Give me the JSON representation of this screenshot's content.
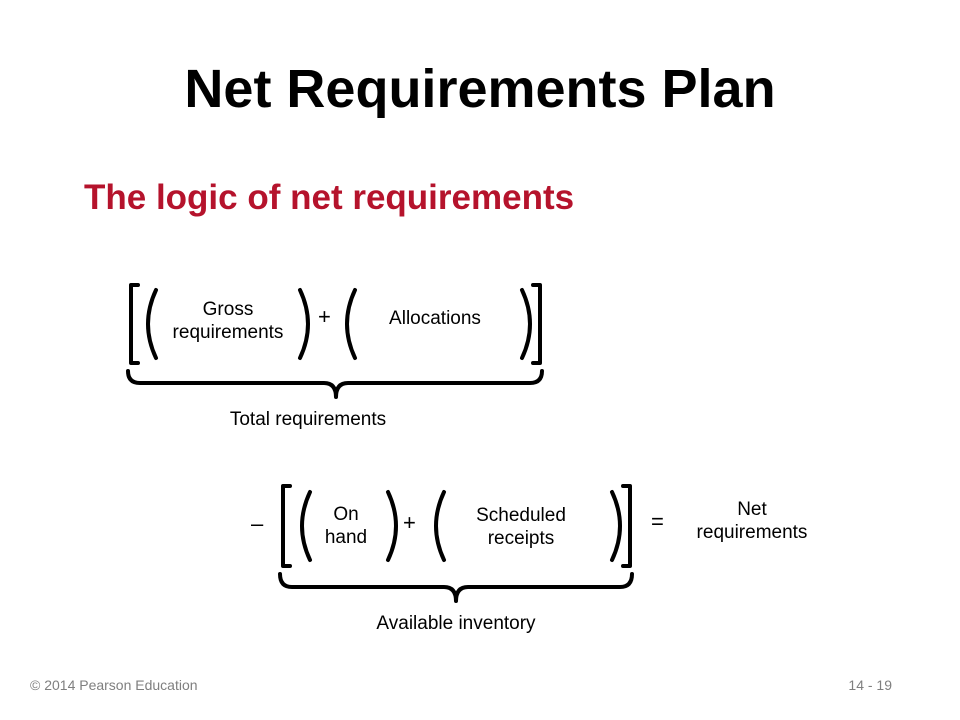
{
  "slide": {
    "title": "Net Requirements Plan",
    "subtitle": "The logic of net requirements",
    "accent_color": "#b5132c"
  },
  "diagram": {
    "row1": {
      "term1": "Gross\nrequirements",
      "operator": "+",
      "term2": "Allocations",
      "brace_label": "Total requirements"
    },
    "row2": {
      "leading_operator": "–",
      "term1": "On\nhand",
      "operator": "+",
      "term2": "Scheduled\nreceipts",
      "equals": "=",
      "result": "Net\nrequirements",
      "brace_label": "Available inventory"
    }
  },
  "footer": {
    "copyright": "© 2014 Pearson Education",
    "page_number": "14 - 19"
  }
}
